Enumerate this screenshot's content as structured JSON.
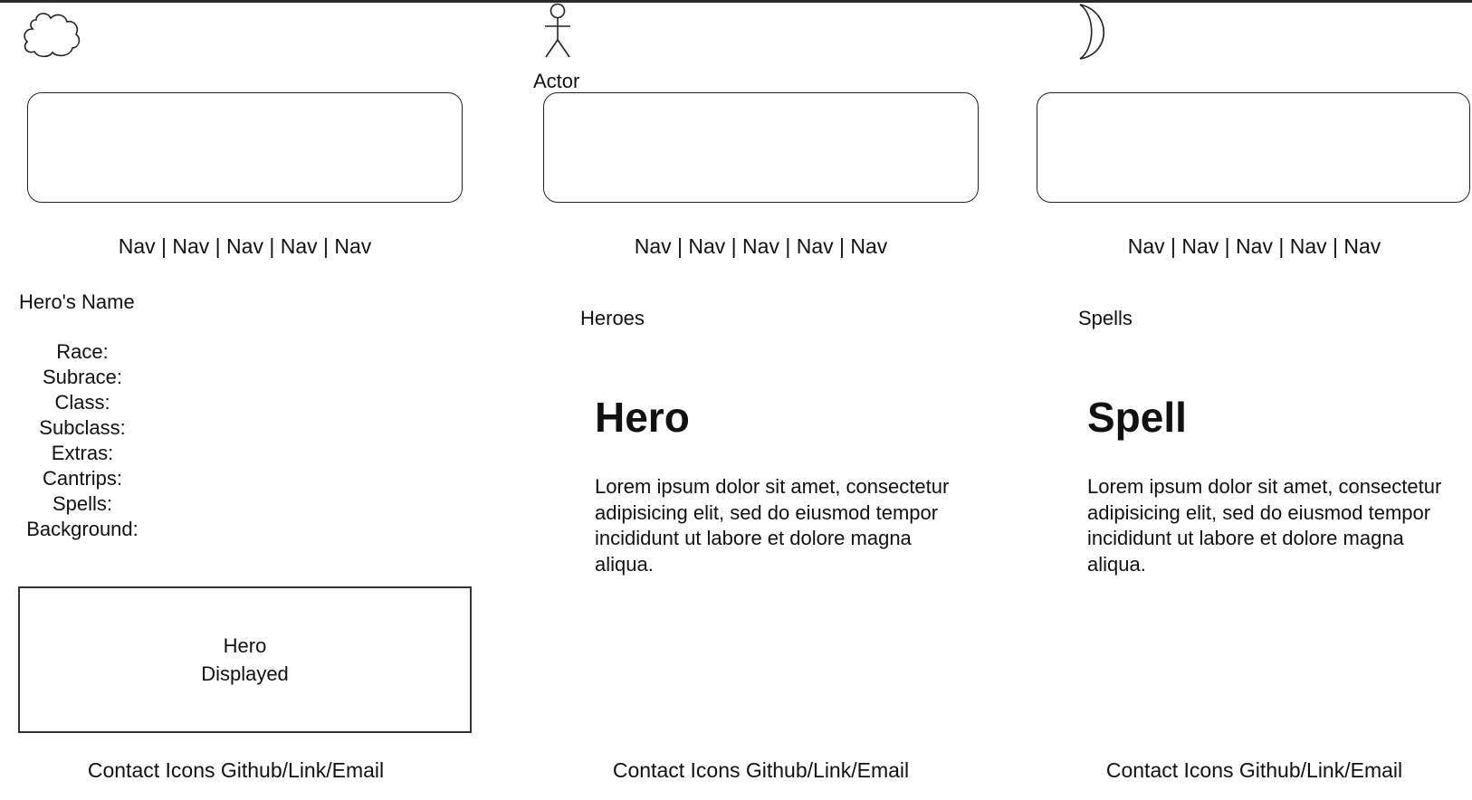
{
  "columns": [
    {
      "icon": "cloud-icon",
      "nav": "Nav | Nav | Nav | Nav | Nav",
      "title": "Hero's Name",
      "fields": [
        "Race:",
        "Subrace:",
        "Class:",
        "Subclass:",
        "Extras:",
        "Cantrips:",
        "Spells:",
        "Background:"
      ],
      "display_box": [
        "Hero",
        "Displayed"
      ],
      "footer": "Contact Icons Github/Link/Email"
    },
    {
      "icon": "actor-icon",
      "icon_label": "Actor",
      "nav": "Nav | Nav | Nav | Nav | Nav",
      "section_label": "Heroes",
      "heading": "Hero",
      "body": "Lorem ipsum dolor sit amet, consectetur adipisicing elit, sed do eiusmod tempor incididunt ut labore et dolore magna aliqua.",
      "footer": "Contact Icons Github/Link/Email"
    },
    {
      "icon": "moon-icon",
      "nav": "Nav | Nav | Nav | Nav | Nav",
      "section_label": "Spells",
      "heading": "Spell",
      "body": "Lorem ipsum dolor sit amet, consectetur adipisicing elit, sed do eiusmod tempor incididunt ut labore et dolore magna aliqua.",
      "footer": "Contact Icons Github/Link/Email"
    }
  ]
}
